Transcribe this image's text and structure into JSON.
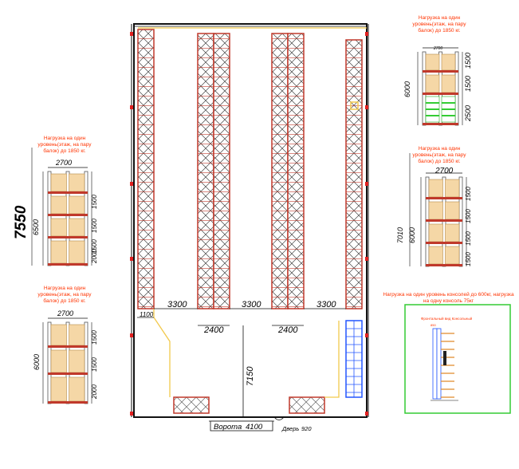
{
  "notes": {
    "top_right": "Нагрузка на один уровень(этаж, на пару балок) до 1850 кг.",
    "mid_right": "Нагрузка на один уровень(этаж, на пару балок) до 1850 кг.",
    "left_top": "Нагрузка на один уровень(этаж, на пару балок) до 1850 кг.",
    "left_bottom": "Нагрузка на один уровень(этаж, на пару балок) до 1850 кг.",
    "console": "Нагрузка на один уровень консолей до 600кг, нагрузка на одну консоль 75кг"
  },
  "floor_plan": {
    "aisle_widths": [
      "3300",
      "3300",
      "3300"
    ],
    "rack_depths": [
      "1100",
      "2400",
      "2400"
    ],
    "room_depth": "7150",
    "gate_label": "Ворота",
    "gate_width": "4100",
    "door_label": "Дверь",
    "door_width": "920"
  },
  "elevations": {
    "left_large": {
      "width": "2700",
      "total_height": "7550",
      "rack_height": "6500",
      "levels": [
        "1500",
        "1500",
        "1500",
        "2000"
      ]
    },
    "left_small": {
      "width": "2700",
      "rack_height": "6000",
      "levels": [
        "1500",
        "1500",
        "2000"
      ]
    },
    "right_top": {
      "width": "2700",
      "rack_height": "6000",
      "levels": [
        "1500",
        "1500",
        "2500"
      ]
    },
    "right_mid": {
      "width": "2700",
      "total_height": "7010",
      "rack_height": "6000",
      "levels": [
        "1500",
        "1500",
        "1500",
        "1500"
      ]
    }
  },
  "console_detail": {
    "title": "Фронтальный вид Консольный",
    "subtitle": "850"
  },
  "colors": {
    "rack_red": "#c0392b",
    "pallet_wood": "#f5d7a6",
    "note_orange": "#ff3300",
    "console_green": "#33cc33",
    "blue_rack": "#2255ff",
    "highlight_yellow": "#f2c94c"
  }
}
